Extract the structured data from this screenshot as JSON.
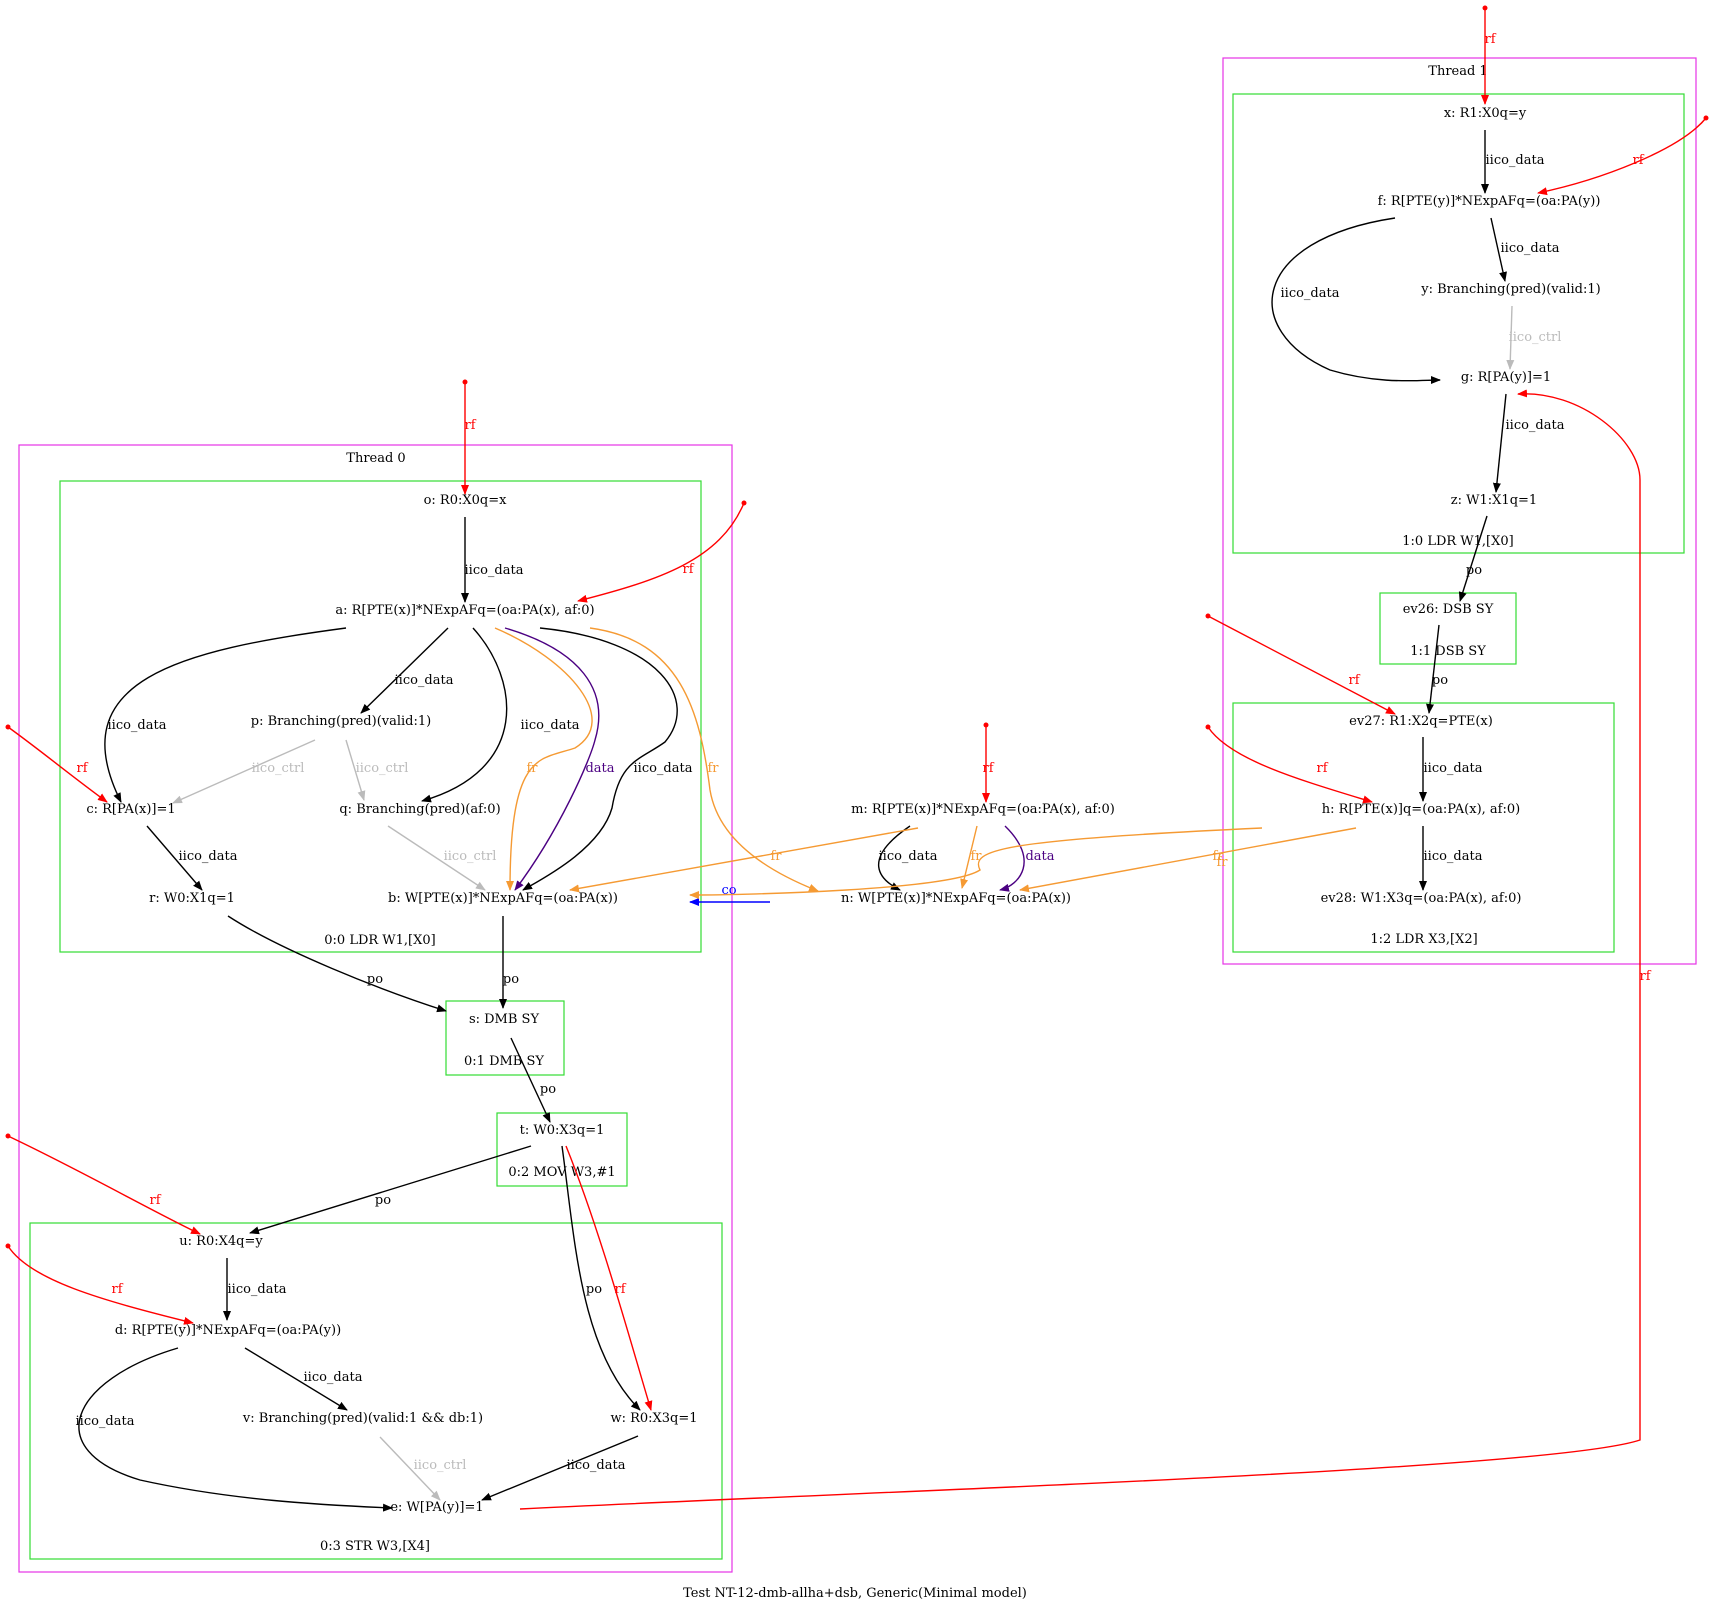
{
  "caption": "Test NT-12-dmb-allha+dsb, Generic(Minimal model)",
  "colors": {
    "thread_border": "#e633e6",
    "instr_border": "#33dd33",
    "black": "#000000",
    "rf": "#ff0000",
    "fr": "#f59a33",
    "data": "#4b0082",
    "ctrl": "#bbbbbb",
    "co": "#0000ff"
  },
  "threads": [
    {
      "id": "thread0",
      "label": "Thread 0"
    },
    {
      "id": "thread1",
      "label": "Thread 1"
    }
  ],
  "instructions": [
    {
      "id": "i00",
      "label": "0:0 LDR W1,[X0]"
    },
    {
      "id": "i01",
      "label": "0:1 DMB SY"
    },
    {
      "id": "i02",
      "label": "0:2 MOV W3,#1"
    },
    {
      "id": "i03",
      "label": "0:3 STR W3,[X4]"
    },
    {
      "id": "i10",
      "label": "1:0 LDR W1,[X0]"
    },
    {
      "id": "i11",
      "label": "1:1 DSB SY"
    },
    {
      "id": "i12",
      "label": "1:2 LDR X3,[X2]"
    }
  ],
  "nodes": [
    {
      "id": "o",
      "label": "o: R0:X0q=x"
    },
    {
      "id": "a",
      "label": "a: R[PTE(x)]*NExpAFq=(oa:PA(x), af:0)"
    },
    {
      "id": "p",
      "label": "p: Branching(pred)(valid:1)"
    },
    {
      "id": "c",
      "label": "c: R[PA(x)]=1"
    },
    {
      "id": "q",
      "label": "q: Branching(pred)(af:0)"
    },
    {
      "id": "r",
      "label": "r: W0:X1q=1"
    },
    {
      "id": "b",
      "label": "b: W[PTE(x)]*NExpAFq=(oa:PA(x))"
    },
    {
      "id": "s",
      "label": "s: DMB SY"
    },
    {
      "id": "t",
      "label": "t: W0:X3q=1"
    },
    {
      "id": "u",
      "label": "u: R0:X4q=y"
    },
    {
      "id": "d",
      "label": "d: R[PTE(y)]*NExpAFq=(oa:PA(y))"
    },
    {
      "id": "v",
      "label": "v: Branching(pred)(valid:1 && db:1)"
    },
    {
      "id": "w",
      "label": "w: R0:X3q=1"
    },
    {
      "id": "e",
      "label": "e: W[PA(y)]=1"
    },
    {
      "id": "m",
      "label": "m: R[PTE(x)]*NExpAFq=(oa:PA(x), af:0)"
    },
    {
      "id": "n",
      "label": "n: W[PTE(x)]*NExpAFq=(oa:PA(x))"
    },
    {
      "id": "x",
      "label": "x: R1:X0q=y"
    },
    {
      "id": "f",
      "label": "f: R[PTE(y)]*NExpAFq=(oa:PA(y))"
    },
    {
      "id": "y",
      "label": "y: Branching(pred)(valid:1)"
    },
    {
      "id": "g",
      "label": "g: R[PA(y)]=1"
    },
    {
      "id": "z",
      "label": "z: W1:X1q=1"
    },
    {
      "id": "ev26",
      "label": "ev26: DSB SY"
    },
    {
      "id": "ev27",
      "label": "ev27: R1:X2q=PTE(x)"
    },
    {
      "id": "h",
      "label": "h: R[PTE(x)]q=(oa:PA(x), af:0)"
    },
    {
      "id": "ev28",
      "label": "ev28: W1:X3q=(oa:PA(x), af:0)"
    }
  ],
  "edges": [
    {
      "id": "e1",
      "from": "init",
      "to": "o",
      "label": "rf",
      "kind": "rf"
    },
    {
      "id": "e2",
      "from": "o",
      "to": "a",
      "label": "iico_data",
      "kind": "black"
    },
    {
      "id": "e3",
      "from": "init",
      "to": "a",
      "label": "rf",
      "kind": "rf"
    },
    {
      "id": "e4",
      "from": "a",
      "to": "c",
      "label": "iico_data",
      "kind": "black"
    },
    {
      "id": "e5",
      "from": "a",
      "to": "p",
      "label": "iico_data",
      "kind": "black"
    },
    {
      "id": "e6",
      "from": "a",
      "to": "q",
      "label": "iico_data",
      "kind": "black"
    },
    {
      "id": "e7",
      "from": "a",
      "to": "b",
      "label": "fr",
      "kind": "fr"
    },
    {
      "id": "e8",
      "from": "a",
      "to": "b",
      "label": "data",
      "kind": "data"
    },
    {
      "id": "e9",
      "from": "a",
      "to": "b",
      "label": "iico_data",
      "kind": "black"
    },
    {
      "id": "e10",
      "from": "a",
      "to": "n",
      "label": "fr",
      "kind": "fr"
    },
    {
      "id": "e11",
      "from": "init",
      "to": "c",
      "label": "rf",
      "kind": "rf"
    },
    {
      "id": "e12",
      "from": "p",
      "to": "c",
      "label": "iico_ctrl",
      "kind": "ctrl"
    },
    {
      "id": "e13",
      "from": "p",
      "to": "q",
      "label": "iico_ctrl",
      "kind": "ctrl"
    },
    {
      "id": "e14",
      "from": "c",
      "to": "r",
      "label": "iico_data",
      "kind": "black"
    },
    {
      "id": "e15",
      "from": "q",
      "to": "b",
      "label": "iico_ctrl",
      "kind": "ctrl"
    },
    {
      "id": "e16",
      "from": "r",
      "to": "s",
      "label": "po",
      "kind": "black"
    },
    {
      "id": "e17",
      "from": "b",
      "to": "s",
      "label": "po",
      "kind": "black"
    },
    {
      "id": "e18",
      "from": "s",
      "to": "t",
      "label": "po",
      "kind": "black"
    },
    {
      "id": "e19",
      "from": "t",
      "to": "u",
      "label": "po",
      "kind": "black"
    },
    {
      "id": "e20",
      "from": "t",
      "to": "w",
      "label": "po",
      "kind": "black"
    },
    {
      "id": "e21",
      "from": "t",
      "to": "w",
      "label": "rf",
      "kind": "rf"
    },
    {
      "id": "e22",
      "from": "init",
      "to": "u",
      "label": "rf",
      "kind": "rf"
    },
    {
      "id": "e23",
      "from": "u",
      "to": "d",
      "label": "iico_data",
      "kind": "black"
    },
    {
      "id": "e24",
      "from": "init",
      "to": "d",
      "label": "rf",
      "kind": "rf"
    },
    {
      "id": "e25",
      "from": "d",
      "to": "v",
      "label": "iico_data",
      "kind": "black"
    },
    {
      "id": "e26",
      "from": "d",
      "to": "e",
      "label": "iico_data",
      "kind": "black"
    },
    {
      "id": "e27",
      "from": "v",
      "to": "e",
      "label": "iico_ctrl",
      "kind": "ctrl"
    },
    {
      "id": "e28",
      "from": "w",
      "to": "e",
      "label": "iico_data",
      "kind": "black"
    },
    {
      "id": "e29",
      "from": "e",
      "to": "g",
      "label": "rf",
      "kind": "rf"
    },
    {
      "id": "e30",
      "from": "init",
      "to": "m",
      "label": "rf",
      "kind": "rf"
    },
    {
      "id": "e31",
      "from": "m",
      "to": "n",
      "label": "iico_data",
      "kind": "black"
    },
    {
      "id": "e32",
      "from": "m",
      "to": "n",
      "label": "fr",
      "kind": "fr"
    },
    {
      "id": "e33",
      "from": "m",
      "to": "n",
      "label": "data",
      "kind": "data"
    },
    {
      "id": "e34",
      "from": "m",
      "to": "b",
      "label": "fr",
      "kind": "fr"
    },
    {
      "id": "e35",
      "from": "n",
      "to": "b",
      "label": "co",
      "kind": "co"
    },
    {
      "id": "e36",
      "from": "init",
      "to": "x",
      "label": "rf",
      "kind": "rf"
    },
    {
      "id": "e37",
      "from": "x",
      "to": "f",
      "label": "iico_data",
      "kind": "black"
    },
    {
      "id": "e38",
      "from": "init",
      "to": "f",
      "label": "rf",
      "kind": "rf"
    },
    {
      "id": "e39",
      "from": "f",
      "to": "y",
      "label": "iico_data",
      "kind": "black"
    },
    {
      "id": "e40",
      "from": "f",
      "to": "g",
      "label": "iico_data",
      "kind": "black"
    },
    {
      "id": "e41",
      "from": "y",
      "to": "g",
      "label": "iico_ctrl",
      "kind": "ctrl"
    },
    {
      "id": "e42",
      "from": "g",
      "to": "z",
      "label": "iico_data",
      "kind": "black"
    },
    {
      "id": "e43",
      "from": "z",
      "to": "ev26",
      "label": "po",
      "kind": "black"
    },
    {
      "id": "e44",
      "from": "ev26",
      "to": "ev27",
      "label": "po",
      "kind": "black"
    },
    {
      "id": "e45",
      "from": "init",
      "to": "ev27",
      "label": "rf",
      "kind": "rf"
    },
    {
      "id": "e46",
      "from": "ev27",
      "to": "h",
      "label": "iico_data",
      "kind": "black"
    },
    {
      "id": "e47",
      "from": "init",
      "to": "h",
      "label": "rf",
      "kind": "rf"
    },
    {
      "id": "e48",
      "from": "h",
      "to": "ev28",
      "label": "iico_data",
      "kind": "black"
    },
    {
      "id": "e49",
      "from": "h",
      "to": "n",
      "label": "fr",
      "kind": "fr"
    },
    {
      "id": "e50",
      "from": "h",
      "to": "b",
      "label": "fr",
      "kind": "fr"
    }
  ]
}
